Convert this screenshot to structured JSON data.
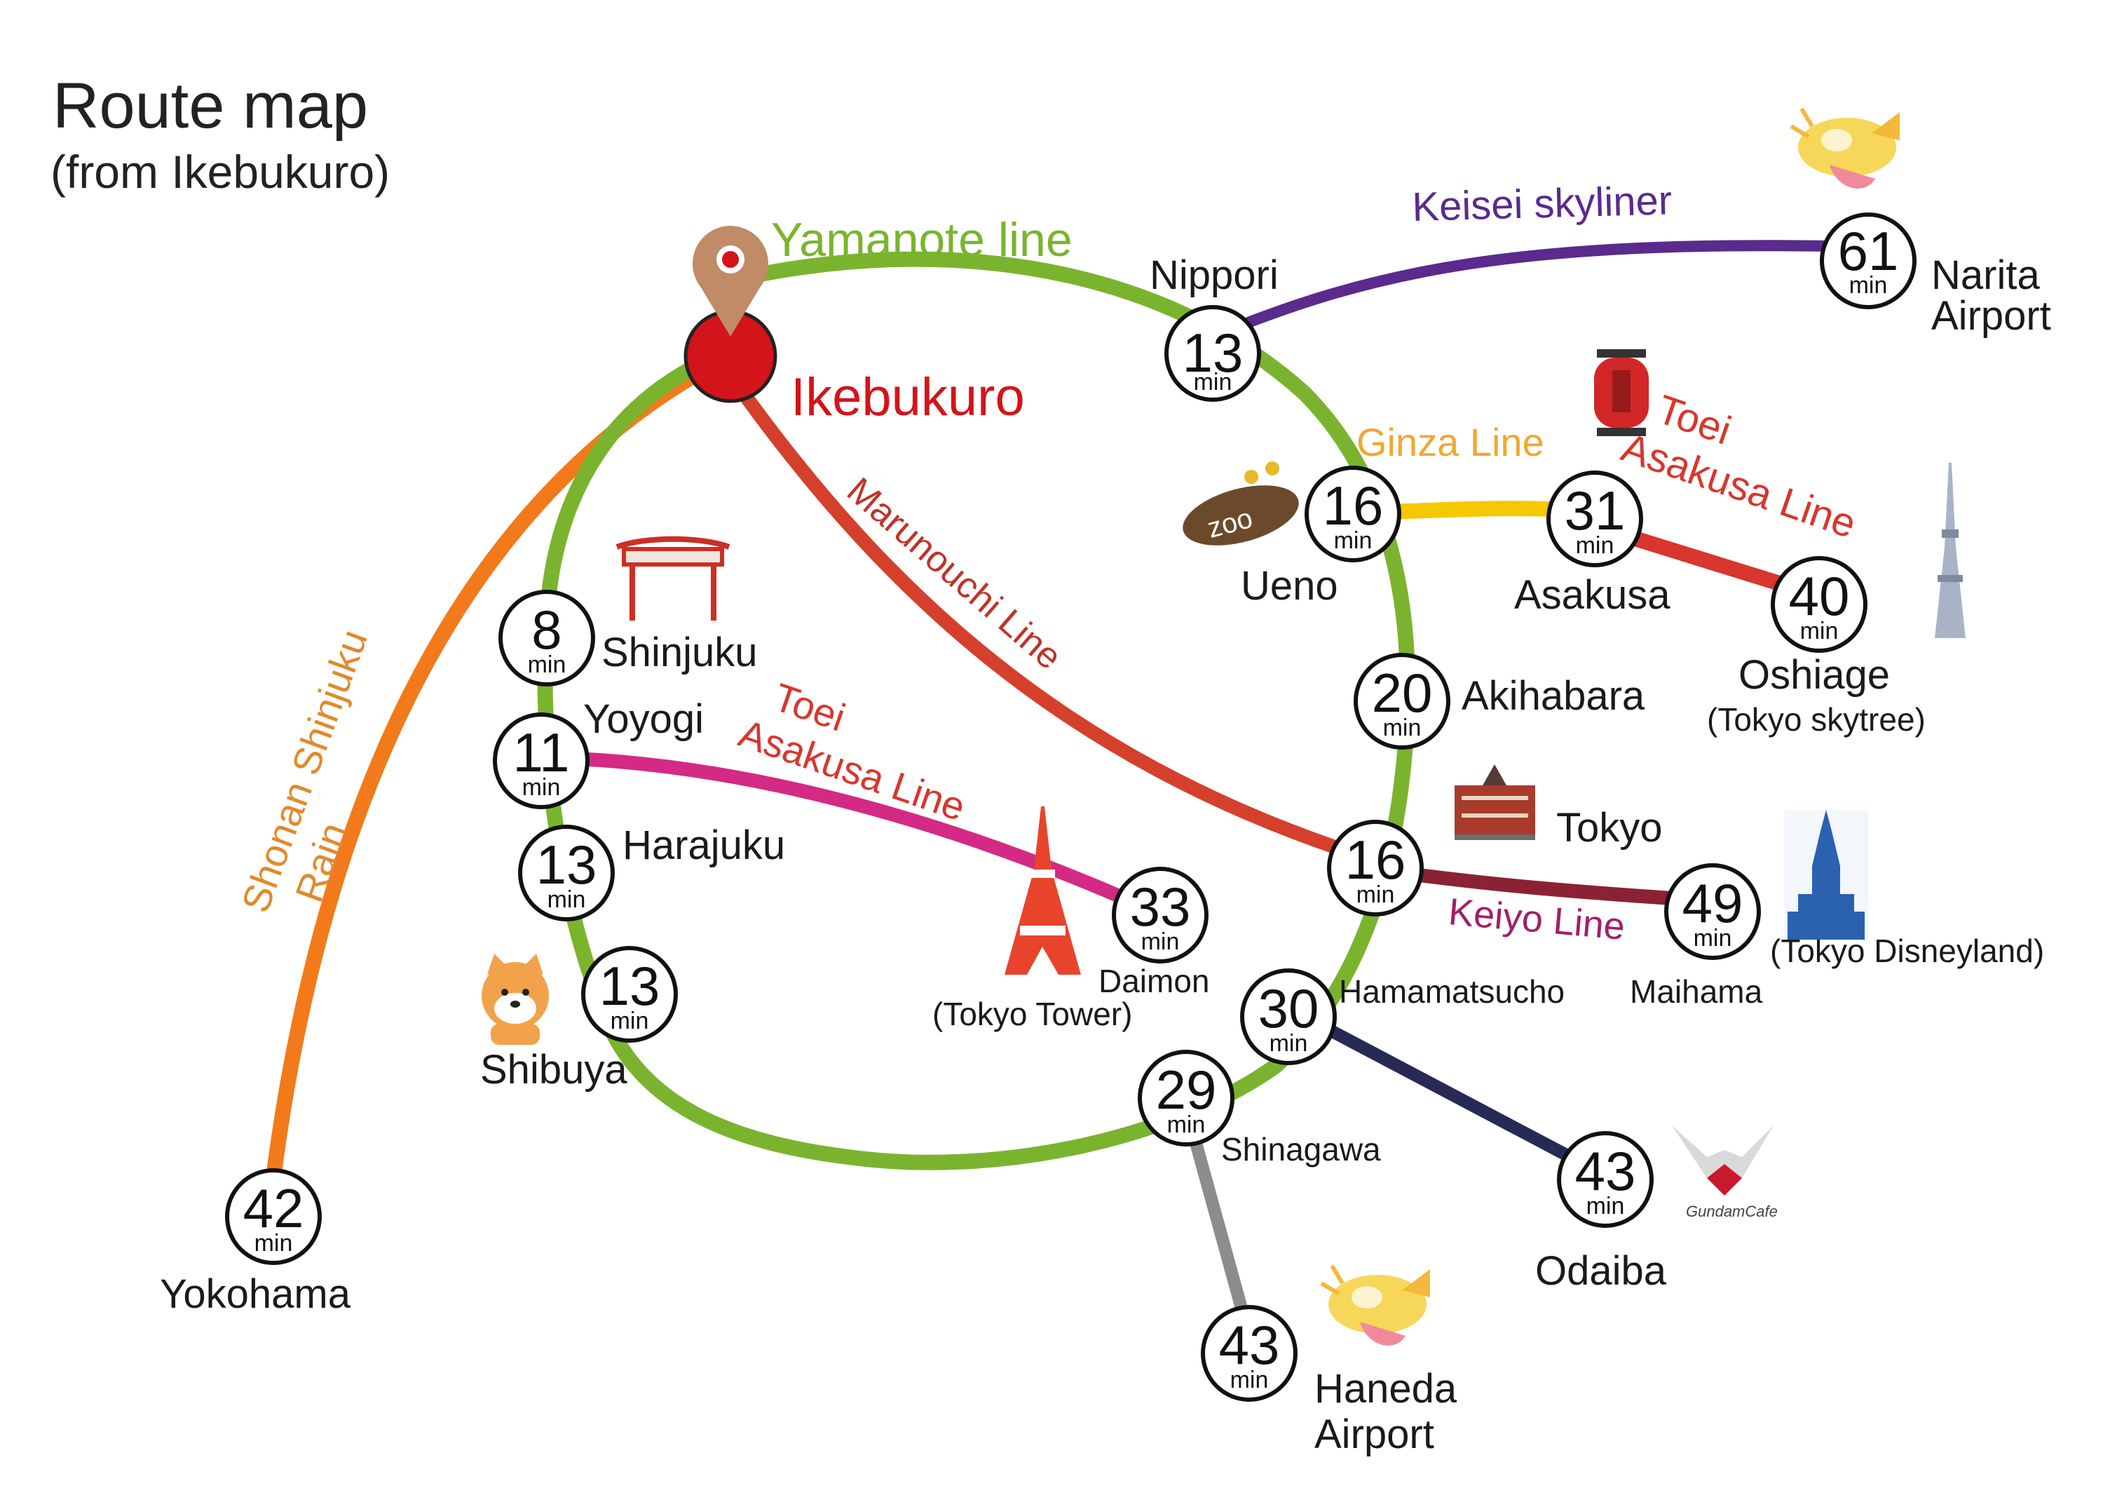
{
  "title": "Route map",
  "subtitle": "(from Ikebukuro)",
  "origin": {
    "name": "Ikebukuro"
  },
  "unit": "min",
  "colors": {
    "yamanote": "#7ab42f",
    "keisei": "#5a2a8c",
    "ginza": "#f5c800",
    "toei_asakusa": "#d8362e",
    "marunouchi": "#d5402c",
    "shonan_shinjuku": "#f27a1a",
    "toei_asakusa_pink": "#d42a84",
    "keiyo": "#8b2234",
    "rinkai": "#262a55",
    "keikyu": "#8c8c8c",
    "origin": "#d3141a"
  },
  "lines": {
    "yamanote": "Yamanote line",
    "keisei": "Keisei skyliner",
    "ginza": "Ginza Line",
    "toei_asakusa_east": "Toei Asakusa Line",
    "marunouchi": "Marunouchi Line",
    "shonan_shinjuku": "Shonan Shinjuku Rain",
    "toei_asakusa_west": "Toei Asakusa Line",
    "keiyo": "Keiyo Line"
  },
  "stations": {
    "nippori": {
      "name": "Nippori",
      "minutes": "13"
    },
    "narita": {
      "name": "Narita Airport",
      "minutes": "61"
    },
    "ueno": {
      "name": "Ueno",
      "minutes": "16"
    },
    "asakusa": {
      "name": "Asakusa",
      "minutes": "31"
    },
    "oshiage": {
      "name": "Oshiage",
      "sub": "(Tokyo skytree)",
      "minutes": "40"
    },
    "akihabara": {
      "name": "Akihabara",
      "minutes": "20"
    },
    "tokyo": {
      "name": "Tokyo",
      "minutes": "16"
    },
    "maihama": {
      "name": "Maihama",
      "sub": "(Tokyo Disneyland)",
      "minutes": "49"
    },
    "hamamatsucho": {
      "name": "Hamamatsucho",
      "minutes": "30"
    },
    "shinagawa": {
      "name": "Shinagawa",
      "minutes": "29"
    },
    "odaiba": {
      "name": "Odaiba",
      "minutes": "43"
    },
    "haneda": {
      "name": "Haneda Airport",
      "minutes": "43"
    },
    "daimon": {
      "name": "Daimon",
      "sub": "(Tokyo Tower)",
      "minutes": "33"
    },
    "shinjuku": {
      "name": "Shinjuku",
      "minutes": "8"
    },
    "yoyogi": {
      "name": "Yoyogi",
      "minutes": "11"
    },
    "harajuku": {
      "name": "Harajuku",
      "minutes": "13"
    },
    "shibuya": {
      "name": "Shibuya",
      "minutes": "13"
    },
    "yokohama": {
      "name": "Yokohama",
      "minutes": "42"
    }
  },
  "icons": {
    "pin": "map-pin-icon",
    "airplane": "airplane-icon",
    "lantern": "kaminarimon-lantern-icon",
    "zoo": "zoo-sign-icon",
    "skytree": "tokyo-skytree-icon",
    "tokyo_station": "tokyo-station-building-icon",
    "castle": "disney-castle-icon",
    "tokyo_tower": "tokyo-tower-icon",
    "shiba_dog": "shiba-dog-icon",
    "torii": "shinjuku-gate-icon",
    "cafe": "gundam-cafe-icon"
  }
}
